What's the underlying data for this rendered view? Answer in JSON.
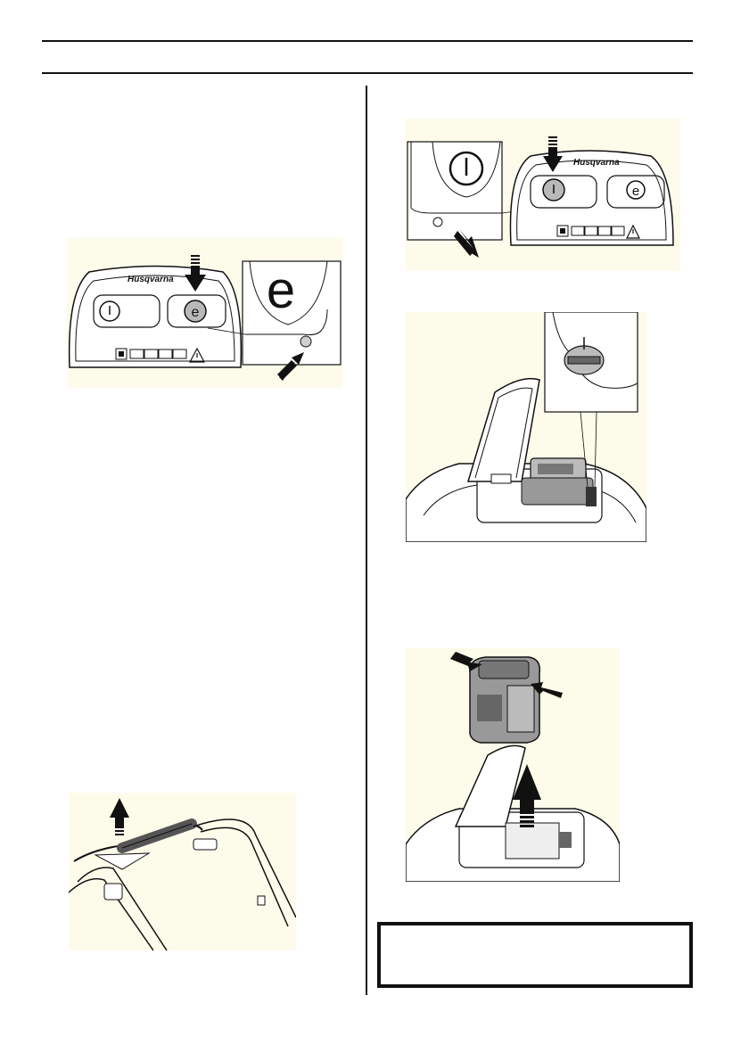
{
  "figures": {
    "fig_eco_button": {
      "brand": "Husqvarna",
      "button_glyph": "e"
    },
    "fig_power_button": {
      "brand": "Husqvarna",
      "button_glyph": "e"
    },
    "fig_battery_compartment": {},
    "fig_battery_removal": {},
    "fig_handle": {}
  },
  "warning_box": {
    "text": ""
  },
  "colors": {
    "figure_background": "#fdfbea",
    "rule": "#111111",
    "button_gray": "#b9b9b9"
  },
  "icons": [
    "down-arrow-icon",
    "diagonal-arrow-icon",
    "power-icon",
    "eco-icon",
    "warning-triangle-icon",
    "up-arrow-icon"
  ]
}
